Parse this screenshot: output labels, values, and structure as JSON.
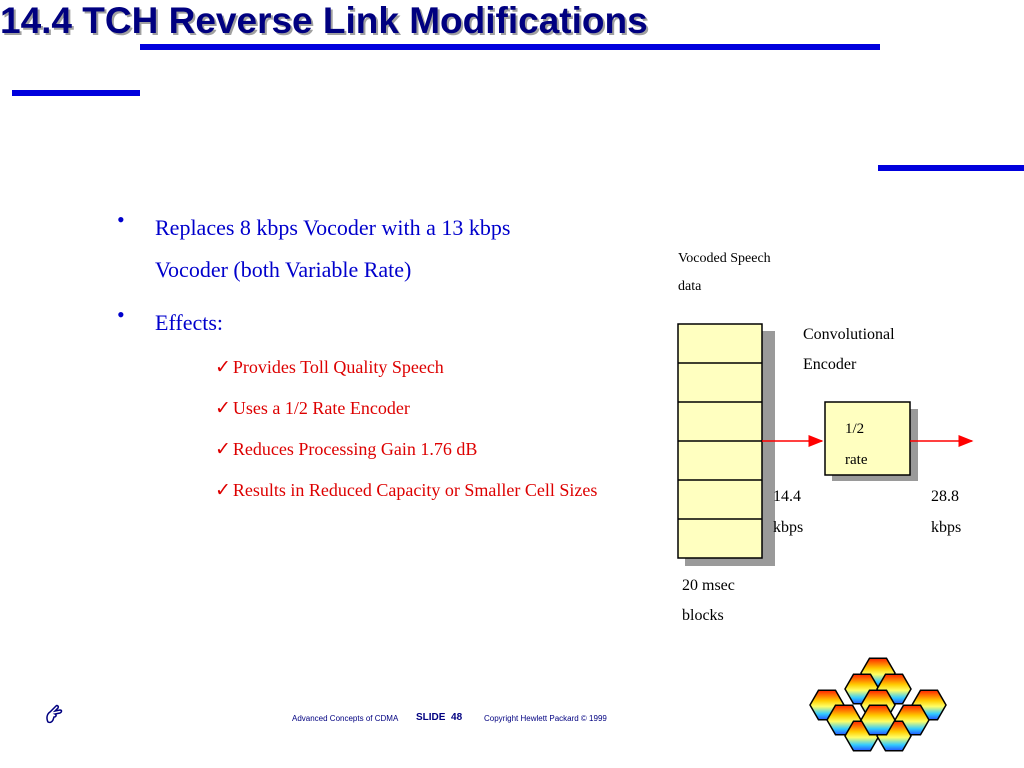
{
  "title": "14.4 TCH Reverse Link Modifications",
  "bullets": [
    {
      "lines": [
        "Replaces 8 kbps Vocoder with a 13 kbps",
        "Vocoder  (both Variable Rate)"
      ]
    },
    {
      "lines": [
        "Effects:"
      ]
    }
  ],
  "effects": [
    "Provides Toll Quality Speech",
    "Uses a 1/2 Rate Encoder",
    "Reduces Processing Gain 1.76 dB",
    "Results in Reduced Capacity  or Smaller Cell Sizes"
  ],
  "diagram": {
    "vocoded_label": [
      "Vocoded Speech",
      "data"
    ],
    "encoder_label": [
      "Convolutional",
      "Encoder"
    ],
    "rate_box": [
      "1/2",
      "rate"
    ],
    "input_rate": [
      "14.4",
      "kbps"
    ],
    "output_rate": [
      "28.8",
      "kbps"
    ],
    "blocks_label": [
      "20 msec",
      "blocks"
    ],
    "block_count": 6
  },
  "footer": {
    "left": "Advanced Concepts of CDMA",
    "slide_label": "SLIDE",
    "slide_number": "48",
    "copyright": "Copyright Hewlett Packard © 1999"
  },
  "colors": {
    "accent_blue": "#0000dd",
    "title_navy": "#000080",
    "effect_red": "#dd0000",
    "block_yellow": "#ffffc0",
    "arrow_red": "#ff0000"
  },
  "icons": {
    "check": "✓",
    "bullet": "•",
    "corner_logo": "hand-pointer-icon"
  }
}
